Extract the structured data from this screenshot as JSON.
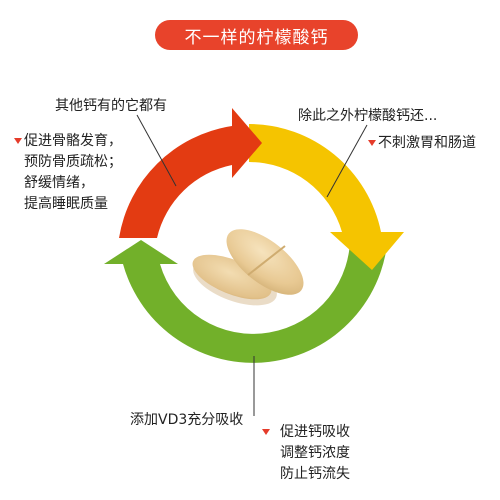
{
  "title": "不一样的柠檬酸钙",
  "colors": {
    "title_bg": "#e8432b",
    "red_arrow": "#e33b12",
    "yellow_arrow": "#f5c400",
    "green_arrow": "#72b02a",
    "marker": "#e53b2a"
  },
  "sections": {
    "top_left": {
      "heading": "其他钙有的它都有",
      "lines": [
        "促进骨骼发育，",
        "预防骨质疏松；",
        "舒缓情绪，",
        "提高睡眠质量"
      ]
    },
    "top_right": {
      "heading": "除此之外柠檬酸钙还...",
      "lines": [
        "不刺激胃和肠道"
      ]
    },
    "bottom": {
      "heading": "添加VD3充分吸收",
      "lines": [
        "促进钙吸收",
        "调整钙浓度",
        "防止钙流失"
      ]
    }
  }
}
